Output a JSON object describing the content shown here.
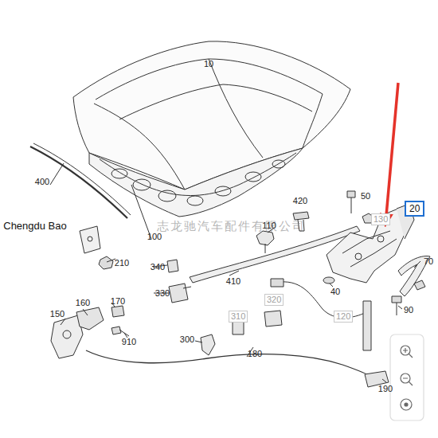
{
  "diagram": {
    "nodes": [
      {
        "text": [
          "20"
        ]
      },
      {
        "text": [
          "130"
        ]
      },
      {
        "text": [
          "320"
        ]
      },
      {
        "text": [
          "310"
        ]
      },
      {
        "text": [
          "120"
        ]
      }
    ],
    "labels": [
      "10",
      "400",
      "420",
      "50",
      "Chengdu Bao",
      "志龙驰汽车配件有限公司",
      "110",
      "100",
      "210",
      "340",
      "410",
      "330",
      "70",
      "40",
      "160",
      "170",
      "150",
      "90",
      "910",
      "300",
      "180",
      "190"
    ]
  }
}
